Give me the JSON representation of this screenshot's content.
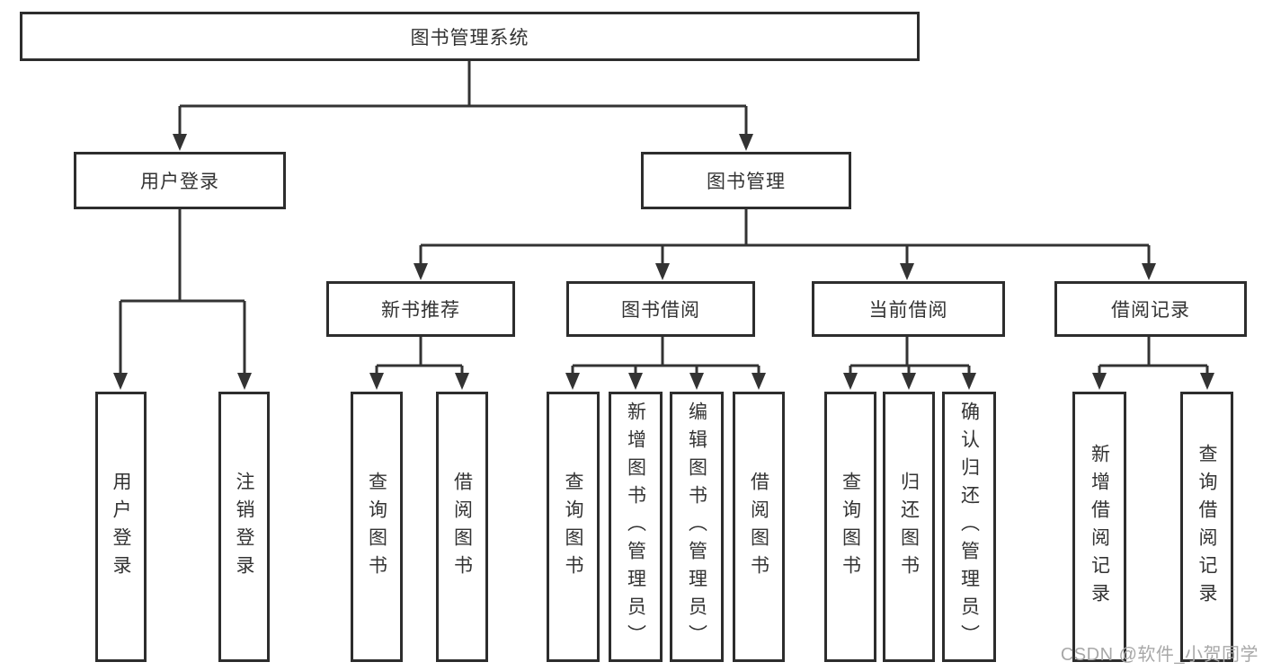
{
  "diagram": {
    "root": {
      "label": "图书管理系统"
    },
    "branches": [
      {
        "label": "用户登录",
        "children": [
          {
            "label": "用户登录"
          },
          {
            "label": "注销登录"
          }
        ]
      },
      {
        "label": "图书管理",
        "sections": [
          {
            "label": "新书推荐",
            "children": [
              {
                "label": "查询图书"
              },
              {
                "label": "借阅图书"
              }
            ]
          },
          {
            "label": "图书借阅",
            "children": [
              {
                "label": "查询图书"
              },
              {
                "label": "新增图书（管理员）"
              },
              {
                "label": "编辑图书（管理员）"
              },
              {
                "label": "借阅图书"
              }
            ]
          },
          {
            "label": "当前借阅",
            "children": [
              {
                "label": "查询图书"
              },
              {
                "label": "归还图书"
              },
              {
                "label": "确认归还（管理员）"
              }
            ]
          },
          {
            "label": "借阅记录",
            "children": [
              {
                "label": "新增借阅记录"
              },
              {
                "label": "查询借阅记录"
              }
            ]
          }
        ]
      }
    ]
  },
  "watermark": {
    "text": "CSDN @软件_小贺同学"
  },
  "colors": {
    "line": "#333333",
    "box_border": "#2d2d2d",
    "text": "#333333",
    "background": "#ffffff",
    "watermark": "#a8a8a8"
  }
}
